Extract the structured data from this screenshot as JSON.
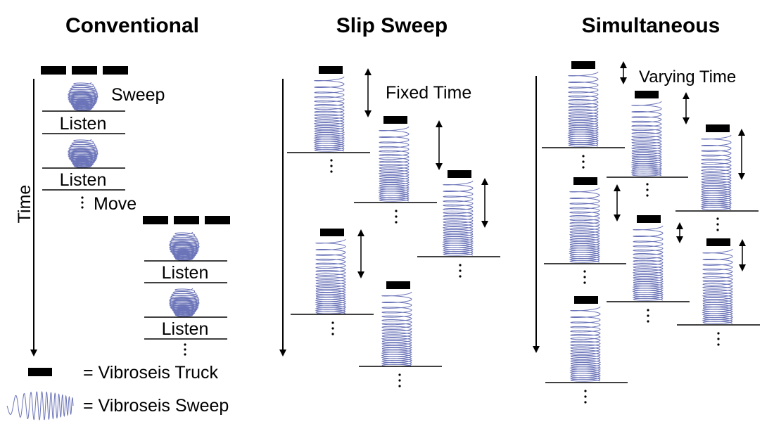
{
  "panels": {
    "conventional": {
      "title": "Conventional",
      "time_label": "Time",
      "sweep_label": "Sweep",
      "listen_label": "Listen",
      "move_label": "Move"
    },
    "slip_sweep": {
      "title": "Slip Sweep",
      "fixed_time_label": "Fixed Time"
    },
    "simultaneous": {
      "title": "Simultaneous",
      "varying_time_label": "Varying Time"
    }
  },
  "legend": {
    "truck_label": "= Vibroseis Truck",
    "sweep_label": "= Vibroseis Sweep"
  },
  "colors": {
    "sweep": "#6b74b8",
    "truck": "#000000",
    "line": "#000000"
  }
}
